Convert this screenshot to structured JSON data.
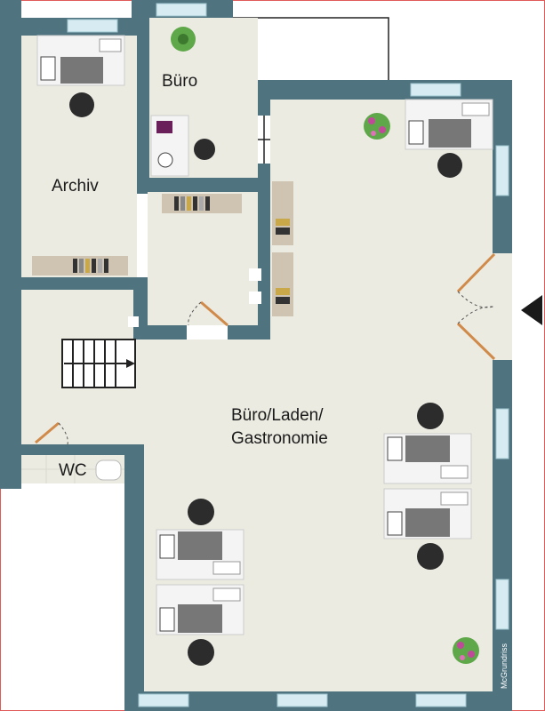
{
  "rooms": {
    "archiv": "Archiv",
    "buero": "Büro",
    "main_line1": "Büro/Laden/",
    "main_line2": "Gastronomie",
    "wc": "WC"
  },
  "watermark": "McGrundriss",
  "colors": {
    "wall": "#4f7480",
    "floor": "#ecebe2",
    "window": "#d6ecf2",
    "desk": "#f4f4f4",
    "chair": "#2c2c2c",
    "door": "#d08a4a",
    "shelf": "#cfc4b2",
    "entrance_arrow": "#1a1a1a"
  }
}
